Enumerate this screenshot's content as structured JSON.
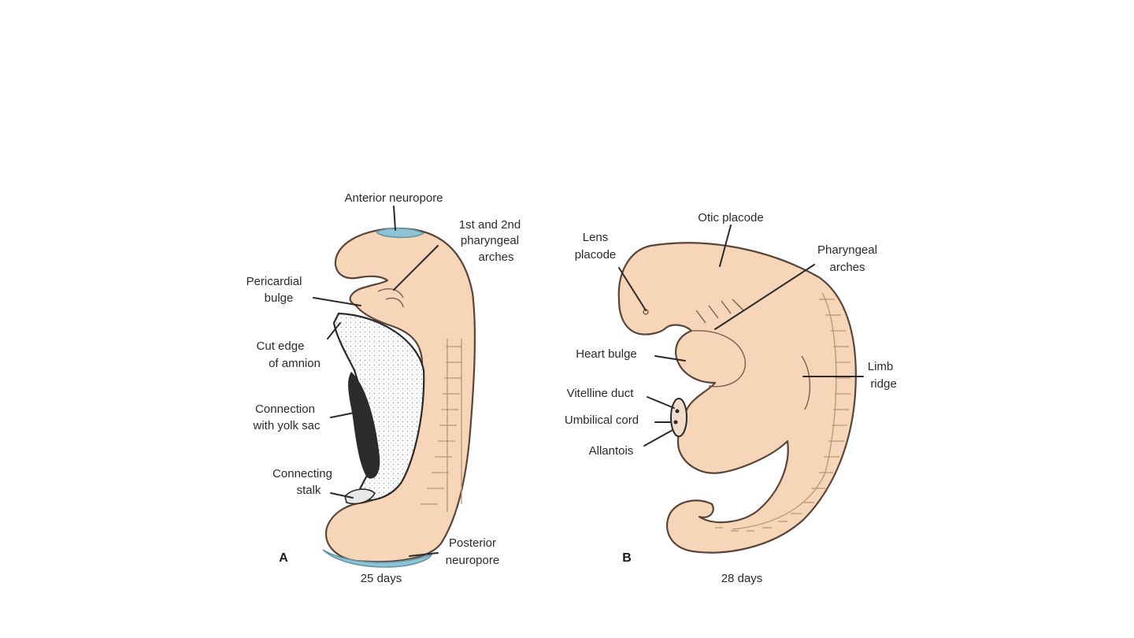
{
  "figure": {
    "panel_a": {
      "letter": "A",
      "age": "25 days",
      "labels": {
        "anterior_neuropore": "Anterior neuropore",
        "arches_1": "1st and 2nd",
        "arches_2": "pharyngeal",
        "arches_3": "arches",
        "pericardial_1": "Pericardial",
        "pericardial_2": "bulge",
        "cut_edge_1": "Cut edge",
        "cut_edge_2": "of amnion",
        "yolk_1": "Connection",
        "yolk_2": "with yolk sac",
        "stalk_1": "Connecting",
        "stalk_2": "stalk",
        "posterior_1": "Posterior",
        "posterior_2": "neuropore"
      }
    },
    "panel_b": {
      "letter": "B",
      "age": "28 days",
      "labels": {
        "otic": "Otic placode",
        "lens_1": "Lens",
        "lens_2": "placode",
        "arches_1": "Pharyngeal",
        "arches_2": "arches",
        "heart": "Heart bulge",
        "limb_1": "Limb",
        "limb_2": "ridge",
        "vitelline": "Vitelline duct",
        "umbilical": "Umbilical cord",
        "allantois": "Allantois"
      }
    },
    "colors": {
      "embryo_fill": "#f6d5b8",
      "neuropore_blue": "#8fc3d3",
      "outline": "#5a4638"
    }
  }
}
